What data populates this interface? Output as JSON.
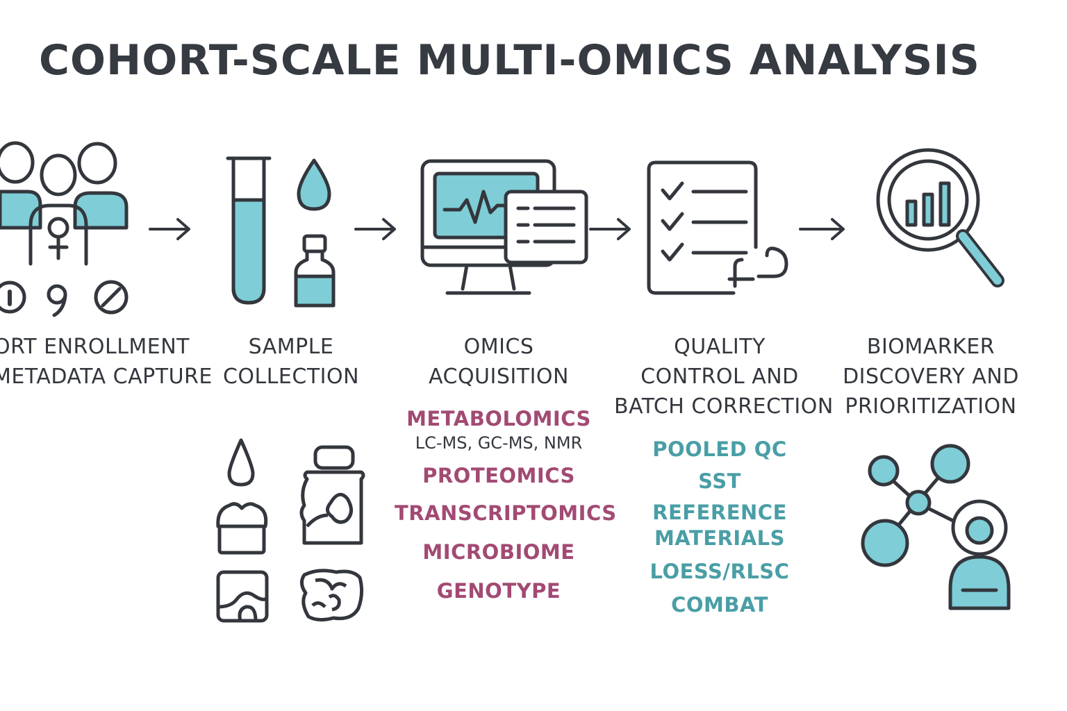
{
  "title": "COHORT-SCALE MULTI-OMICS ANALYSIS",
  "colors": {
    "ink": "#33373d",
    "teal_fill": "#7fcdd6",
    "teal_text": "#4a9ea6",
    "magenta_text": "#a24a73"
  },
  "steps": [
    {
      "lines": [
        "ORT ENROLLMENT",
        "METADATA CAPTURE"
      ],
      "icon": "people-cohort-icon"
    },
    {
      "lines": [
        "SAMPLE",
        "COLLECTION"
      ],
      "icon": "test-tube-drop-vial-icon"
    },
    {
      "lines": [
        "OMICS",
        "ACQUISITION"
      ],
      "icon": "computer-monitor-icon"
    },
    {
      "lines": [
        "QUALITY",
        "CONTROL AND",
        "BATCH CORRECTION"
      ],
      "icon": "checklist-icon"
    },
    {
      "lines": [
        "BIOMARKER",
        "DISCOVERY  AND",
        "PRIORITIZATION"
      ],
      "icon": "magnifier-chart-icon"
    }
  ],
  "omics": {
    "metabolomics": "METABOLOMICS",
    "metabolomics_methods": "LC-MS, GC-MS, NMR",
    "proteomics": "PROTEOMICS",
    "transcriptomics": "TRANSCRIPTOMICS",
    "microbiome": "MICROBIOME",
    "genotype": "GENOTYPE"
  },
  "qc_methods": [
    "POOLED QC",
    "SST",
    "REFERENCE",
    "MATERIALS",
    "LOESS/RLSC",
    "COMBAT"
  ]
}
